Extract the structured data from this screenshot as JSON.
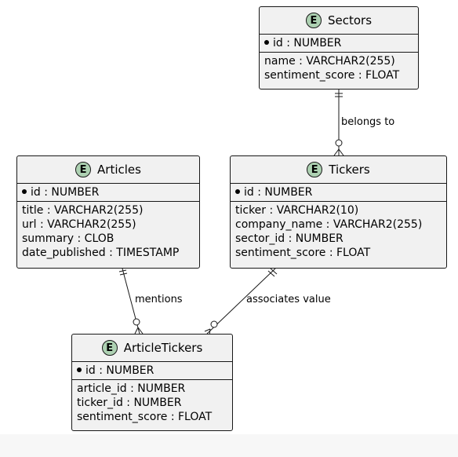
{
  "entities": {
    "sectors": {
      "icon": "E",
      "name": "Sectors",
      "pk": "id : NUMBER",
      "fields": [
        "name : VARCHAR2(255)",
        "sentiment_score : FLOAT"
      ]
    },
    "articles": {
      "icon": "E",
      "name": "Articles",
      "pk": "id : NUMBER",
      "fields": [
        "title : VARCHAR2(255)",
        "url : VARCHAR2(255)",
        "summary : CLOB",
        "date_published : TIMESTAMP"
      ]
    },
    "tickers": {
      "icon": "E",
      "name": "Tickers",
      "pk": "id : NUMBER",
      "fields": [
        "ticker : VARCHAR2(10)",
        "company_name : VARCHAR2(255)",
        "sector_id : NUMBER",
        "sentiment_score : FLOAT"
      ]
    },
    "articletickers": {
      "icon": "E",
      "name": "ArticleTickers",
      "pk": "id : NUMBER",
      "fields": [
        "article_id : NUMBER",
        "ticker_id : NUMBER",
        "sentiment_score : FLOAT"
      ]
    }
  },
  "relationships": {
    "belongs_to": "belongs to",
    "mentions": "mentions",
    "associates_value": "associates value"
  },
  "colors": {
    "entity_fill": "#f1f1f1",
    "border": "#181818",
    "icon_fill": "#add1b2"
  }
}
